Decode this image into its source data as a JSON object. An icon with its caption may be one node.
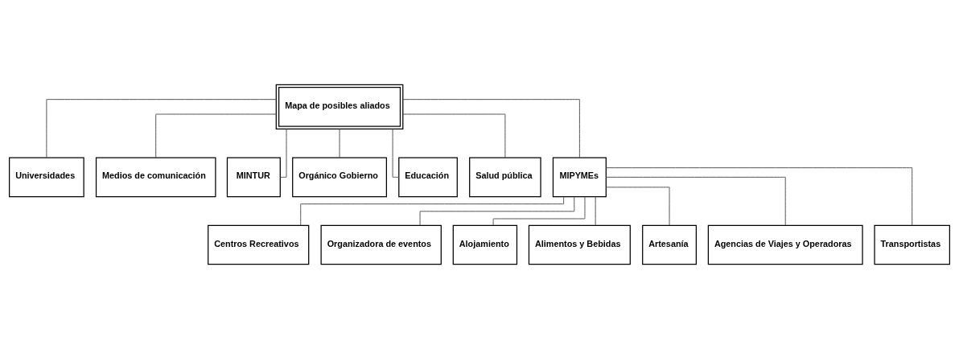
{
  "diagram": {
    "nodes": [
      {
        "text": [
          "Mapa de posibles aliados"
        ]
      },
      {
        "text": [
          "Universidades"
        ]
      },
      {
        "text": [
          "Medios de comunicación"
        ]
      },
      {
        "text": [
          "MINTUR"
        ]
      },
      {
        "text": [
          "Orgánico Gobierno"
        ]
      },
      {
        "text": [
          "Educación"
        ]
      },
      {
        "text": [
          "Salud pública"
        ]
      },
      {
        "text": [
          "MIPYMEs"
        ]
      },
      {
        "text": [
          "Centros Recreativos"
        ]
      },
      {
        "text": [
          "Organizadora de eventos"
        ]
      },
      {
        "text": [
          "Alojamiento"
        ]
      },
      {
        "text": [
          "Alimentos y Bebidas"
        ]
      },
      {
        "text": [
          "Artesanía"
        ]
      },
      {
        "text": [
          "Agencias de Viajes y Operadoras"
        ]
      },
      {
        "text": [
          "Transportistas"
        ]
      }
    ],
    "edges": [
      {
        "from": 0,
        "to": 1,
        "arrow": "none"
      },
      {
        "from": 0,
        "to": 2,
        "arrow": "none"
      },
      {
        "from": 0,
        "to": 3,
        "arrow": "none"
      },
      {
        "from": 0,
        "to": 4,
        "arrow": "none"
      },
      {
        "from": 0,
        "to": 5,
        "arrow": "none"
      },
      {
        "from": 0,
        "to": 6,
        "arrow": "none"
      },
      {
        "from": 0,
        "to": 7,
        "arrow": "none"
      },
      {
        "from": 7,
        "to": 8,
        "arrow": "none"
      },
      {
        "from": 7,
        "to": 9,
        "arrow": "none"
      },
      {
        "from": 7,
        "to": 10,
        "arrow": "none"
      },
      {
        "from": 7,
        "to": 11,
        "arrow": "none"
      },
      {
        "from": 7,
        "to": 12,
        "arrow": "none"
      },
      {
        "from": 7,
        "to": 13,
        "arrow": "none"
      },
      {
        "from": 7,
        "to": 14,
        "arrow": "none"
      }
    ]
  }
}
